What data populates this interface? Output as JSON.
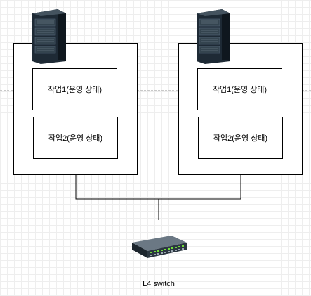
{
  "servers": [
    {
      "tasks": [
        {
          "label": "작업1(운영 상태)"
        },
        {
          "label": "작업2(운영 상태)"
        }
      ]
    },
    {
      "tasks": [
        {
          "label": "작업1(운영 상태)"
        },
        {
          "label": "작업2(운영 상태)"
        }
      ]
    }
  ],
  "switch": {
    "label": "L4 switch"
  },
  "colors": {
    "box_border": "#000000",
    "rack_body": "#1e2a35",
    "switch_body": "#2b3640",
    "switch_port_led": "#6fdc3a",
    "grid": "#eeeeee"
  },
  "icons": {
    "server": "server-rack-icon",
    "switch": "network-switch-icon"
  }
}
